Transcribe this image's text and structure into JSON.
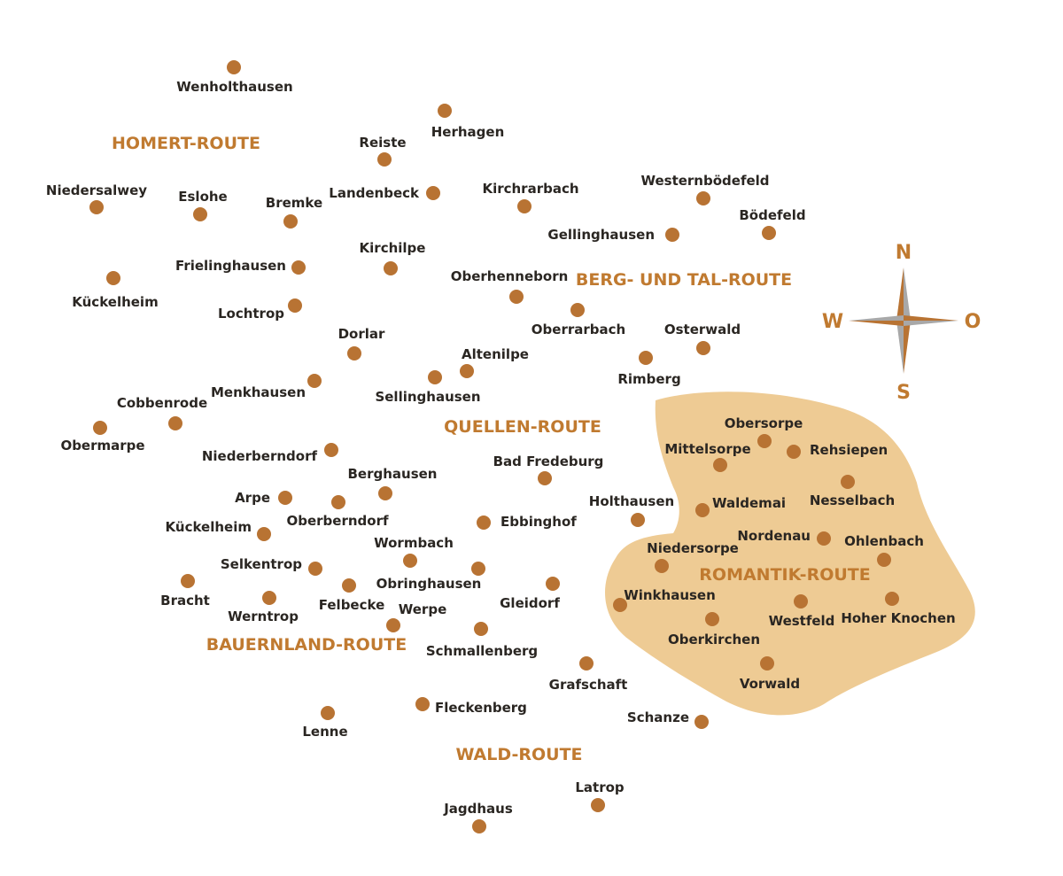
{
  "colors": {
    "dot": "#b87333",
    "route_text": "#c07a30",
    "region_fill": "#eecb94",
    "town_text": "#2a2622",
    "compass_dark": "#b87333",
    "compass_light": "#a8a8a8"
  },
  "region": {
    "name": "ROMANTIK-ROUTE"
  },
  "compass": {
    "n": "N",
    "s": "S",
    "w": "W",
    "e": "O"
  },
  "routes": [
    {
      "name": "HOMERT-ROUTE"
    },
    {
      "name": "BERG- UND TAL-ROUTE"
    },
    {
      "name": "QUELLEN-ROUTE"
    },
    {
      "name": "ROMANTIK-ROUTE"
    },
    {
      "name": "BAUERNLAND-ROUTE"
    },
    {
      "name": "WALD-ROUTE"
    }
  ],
  "towns": [
    {
      "name": "Wenholthausen"
    },
    {
      "name": "Herhagen"
    },
    {
      "name": "Reiste"
    },
    {
      "name": "Niedersalwey"
    },
    {
      "name": "Eslohe"
    },
    {
      "name": "Bremke"
    },
    {
      "name": "Landenbeck"
    },
    {
      "name": "Kirchrarbach"
    },
    {
      "name": "Westernbödefeld"
    },
    {
      "name": "Bödefeld"
    },
    {
      "name": "Gellinghausen"
    },
    {
      "name": "Kirchilpe"
    },
    {
      "name": "Frielinghausen"
    },
    {
      "name": "Kückelheim"
    },
    {
      "name": "Lochtrop"
    },
    {
      "name": "Oberhenneborn"
    },
    {
      "name": "Oberrarbach"
    },
    {
      "name": "Osterwald"
    },
    {
      "name": "Rimberg"
    },
    {
      "name": "Dorlar"
    },
    {
      "name": "Altenilpe"
    },
    {
      "name": "Sellinghausen"
    },
    {
      "name": "Menkhausen"
    },
    {
      "name": "Cobbenrode"
    },
    {
      "name": "Obermarpe"
    },
    {
      "name": "Niederberndorf"
    },
    {
      "name": "Bad Fredeburg"
    },
    {
      "name": "Berghausen"
    },
    {
      "name": "Arpe"
    },
    {
      "name": "Oberberndorf"
    },
    {
      "name": "Ebbinghof"
    },
    {
      "name": "Holthausen"
    },
    {
      "name": "Kückelheim"
    },
    {
      "name": "Wormbach"
    },
    {
      "name": "Selkentrop"
    },
    {
      "name": "Obringhausen"
    },
    {
      "name": "Bracht"
    },
    {
      "name": "Werntrop"
    },
    {
      "name": "Felbecke"
    },
    {
      "name": "Gleidorf"
    },
    {
      "name": "Werpe"
    },
    {
      "name": "Schmallenberg"
    },
    {
      "name": "Grafschaft"
    },
    {
      "name": "Fleckenberg"
    },
    {
      "name": "Lenne"
    },
    {
      "name": "Schanze"
    },
    {
      "name": "Latrop"
    },
    {
      "name": "Jagdhaus"
    },
    {
      "name": "Obersorpe"
    },
    {
      "name": "Mittelsorpe"
    },
    {
      "name": "Rehsiepen"
    },
    {
      "name": "Nesselbach"
    },
    {
      "name": "Waldemai"
    },
    {
      "name": "Nordenau"
    },
    {
      "name": "Ohlenbach"
    },
    {
      "name": "Niedersorpe"
    },
    {
      "name": "Winkhausen"
    },
    {
      "name": "Westfeld"
    },
    {
      "name": "Hoher Knochen"
    },
    {
      "name": "Oberkirchen"
    },
    {
      "name": "Vorwald"
    }
  ]
}
